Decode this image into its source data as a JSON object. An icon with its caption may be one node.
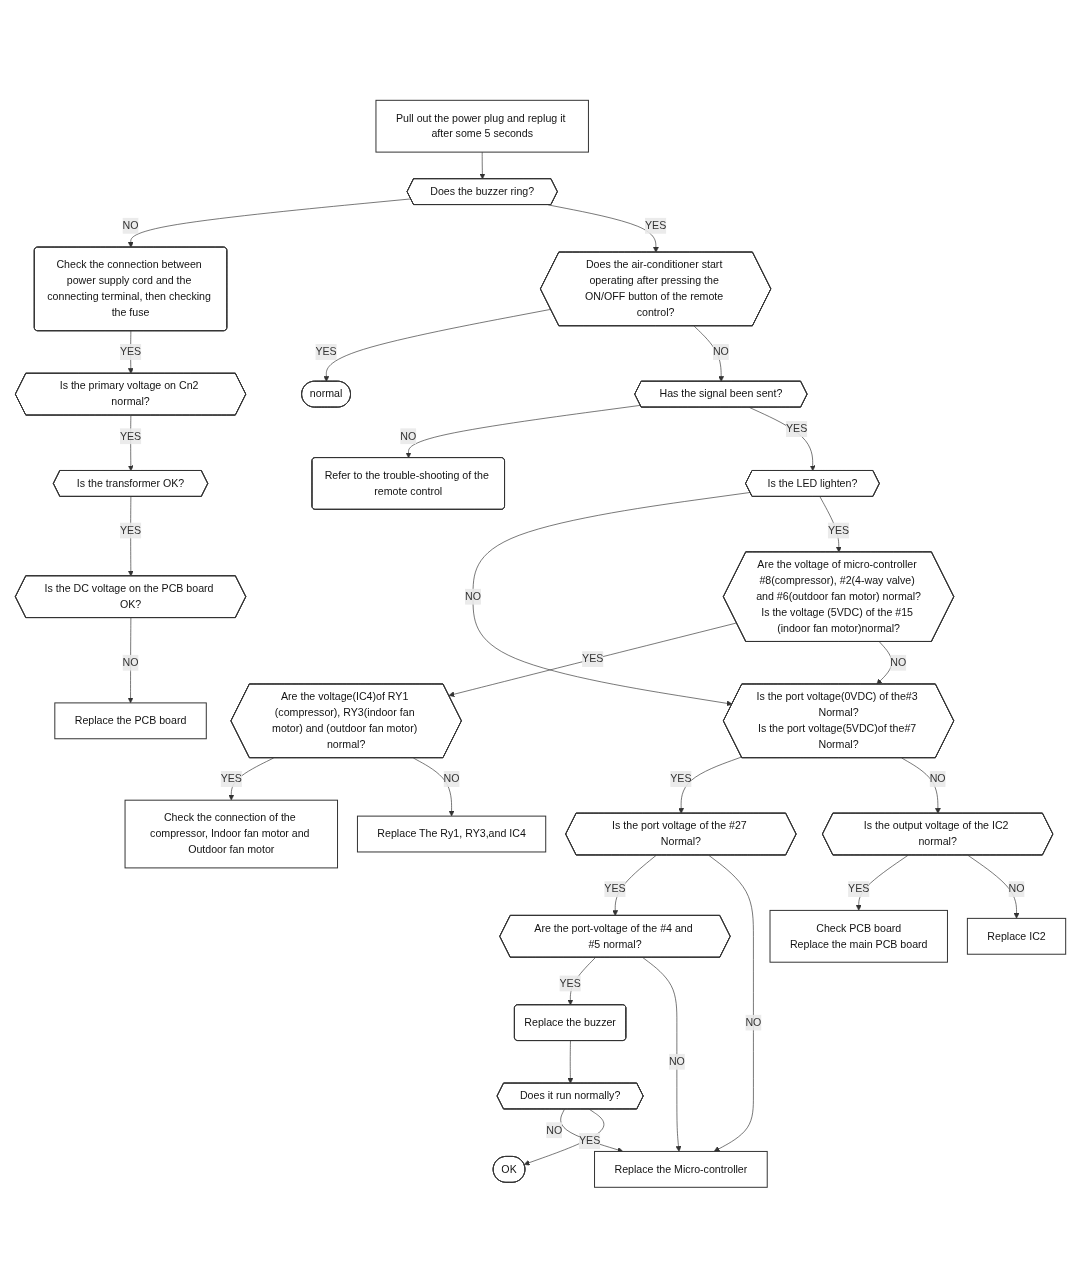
{
  "diagram": {
    "nodes": [
      {
        "text": [
          "Pull out the power plug and replug it after some 5 seconds"
        ]
      },
      {
        "text": [
          "Does the buzzer ring?"
        ]
      },
      {
        "text": [
          "Check the connection between power supply cord and the connecting terminal, then checking the fuse"
        ]
      },
      {
        "text": [
          "Does the air-conditioner start operating after pressing the ON/OFF button of the remote control?"
        ]
      },
      {
        "text": [
          "normal"
        ]
      },
      {
        "text": [
          "Is the primary voltage on Cn2 normal?"
        ]
      },
      {
        "text": [
          "Has the signal been sent?"
        ]
      },
      {
        "text": [
          "Refer to the trouble-shooting of the remote control"
        ]
      },
      {
        "text": [
          "Is the LED lighten?"
        ]
      },
      {
        "text": [
          "Is the transformer OK?"
        ]
      },
      {
        "text": [
          "Are the voltage of micro-controller #8(compressor), #2(4-way valve) and #6(outdoor fan motor) normal?",
          "Is the voltage (5VDC) of the #15 (indoor fan motor)normal?"
        ]
      },
      {
        "text": [
          "Are the voltage(IC4)of RY1 (compressor), RY3(indoor fan motor) and (outdoor fan motor) normal?"
        ]
      },
      {
        "text": [
          "Is the DC voltage on the PCB board OK?"
        ]
      },
      {
        "text": [
          "Replace the PCB board"
        ]
      },
      {
        "text": [
          "Check the connection of the compressor, Indoor fan motor and Outdoor fan motor"
        ]
      },
      {
        "text": [
          "Replace The Ry1, RY3,and IC4"
        ]
      },
      {
        "text": [
          "Is the port voltage(0VDC) of the#3 Normal?",
          "Is the port voltage(5VDC)of the#7 Normal?"
        ]
      },
      {
        "text": [
          "Is the port voltage of the #27 Normal?"
        ]
      },
      {
        "text": [
          "Is the output voltage of the IC2 normal?"
        ]
      },
      {
        "text": [
          "Are the port-voltage of the #4 and #5 normal?"
        ]
      },
      {
        "text": [
          "Check PCB board",
          "Replace the main PCB board"
        ]
      },
      {
        "text": [
          "Replace IC2"
        ]
      },
      {
        "text": [
          "Replace the buzzer"
        ]
      },
      {
        "text": [
          "Does it run normally?"
        ]
      },
      {
        "text": [
          "Replace the Micro-controller"
        ]
      },
      {
        "text": [
          "OK"
        ]
      }
    ],
    "edges": [
      {
        "from": 0,
        "to": 1,
        "arrow": "to"
      },
      {
        "from": 1,
        "to": 2,
        "arrow": "to",
        "label": "NO"
      },
      {
        "from": 1,
        "to": 3,
        "arrow": "to",
        "label": "YES"
      },
      {
        "from": 2,
        "to": 5,
        "arrow": "to",
        "label": "YES"
      },
      {
        "from": 3,
        "to": 4,
        "arrow": "to",
        "label": "YES"
      },
      {
        "from": 3,
        "to": 6,
        "arrow": "to",
        "label": "NO"
      },
      {
        "from": 5,
        "to": 9,
        "arrow": "to",
        "label": "YES"
      },
      {
        "from": 6,
        "to": 7,
        "arrow": "to",
        "label": "NO"
      },
      {
        "from": 6,
        "to": 8,
        "arrow": "to",
        "label": "YES"
      },
      {
        "from": 8,
        "to": 16,
        "arrow": "to",
        "label": "NO"
      },
      {
        "from": 8,
        "to": 10,
        "arrow": "to",
        "label": "YES"
      },
      {
        "from": 9,
        "to": 12,
        "arrow": "to",
        "label": "YES"
      },
      {
        "from": 10,
        "to": 11,
        "arrow": "to",
        "label": "YES"
      },
      {
        "from": 10,
        "to": 16,
        "arrow": "to",
        "label": "NO"
      },
      {
        "from": 11,
        "to": 14,
        "arrow": "to",
        "label": "YES"
      },
      {
        "from": 11,
        "to": 15,
        "arrow": "to",
        "label": "NO"
      },
      {
        "from": 12,
        "to": 13,
        "arrow": "to",
        "label": "NO"
      },
      {
        "from": 16,
        "to": 17,
        "arrow": "to",
        "label": "YES"
      },
      {
        "from": 16,
        "to": 18,
        "arrow": "to",
        "label": "NO"
      },
      {
        "from": 17,
        "to": 19,
        "arrow": "to",
        "label": "YES"
      },
      {
        "from": 17,
        "to": 24,
        "arrow": "to",
        "label": "NO"
      },
      {
        "from": 18,
        "to": 20,
        "arrow": "to",
        "label": "YES"
      },
      {
        "from": 18,
        "to": 21,
        "arrow": "to",
        "label": "NO"
      },
      {
        "from": 19,
        "to": 22,
        "arrow": "to",
        "label": "YES"
      },
      {
        "from": 19,
        "to": 24,
        "arrow": "to",
        "label": "NO"
      },
      {
        "from": 22,
        "to": 23,
        "arrow": "to"
      },
      {
        "from": 23,
        "to": 24,
        "arrow": "to",
        "label": "NO"
      },
      {
        "from": 23,
        "to": 25,
        "arrow": "to",
        "label": "YES"
      }
    ]
  }
}
